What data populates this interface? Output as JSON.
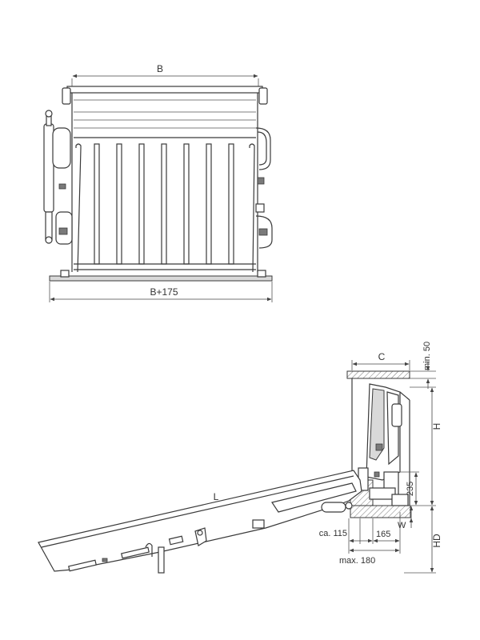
{
  "front_view": {
    "width_label": "B",
    "overall_width_label": "B+175"
  },
  "side_view": {
    "length_label": "L",
    "depth_label": "C",
    "min_label": "min. 50",
    "height_label": "H",
    "dim_235": "235",
    "dim_w": "W",
    "dim_hd": "HD",
    "dim_115": "ca. 115",
    "dim_165": "165",
    "dim_180": "max. 180"
  }
}
